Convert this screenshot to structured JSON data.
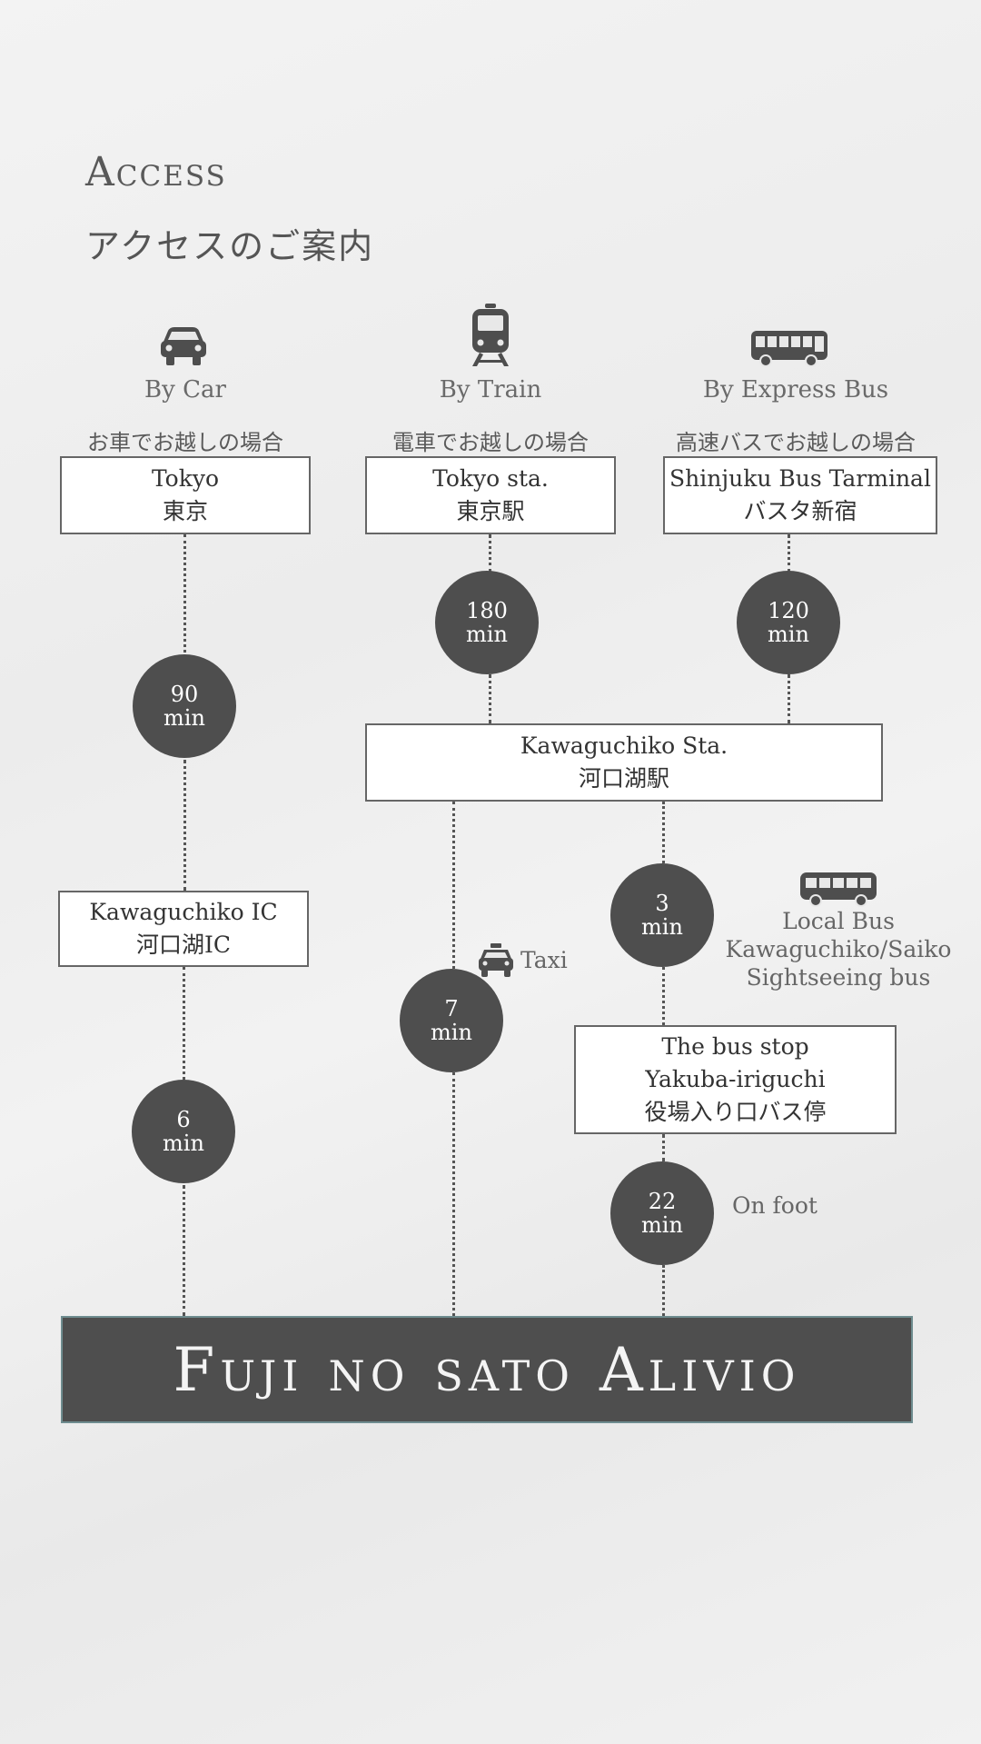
{
  "header": {
    "title_en": "Access",
    "title_ja": "アクセスのご案内"
  },
  "modes": {
    "car": {
      "label": "By Car",
      "sub": "お車でお越しの場合",
      "icon": "car-icon"
    },
    "train": {
      "label": "By Train",
      "sub": "電車でお越しの場合",
      "icon": "train-icon"
    },
    "bus": {
      "label": "By Express Bus",
      "sub": "高速バスでお越しの場合",
      "icon": "bus-icon"
    }
  },
  "stations": {
    "tokyo": {
      "en": "Tokyo",
      "ja": "東京"
    },
    "tokyo_sta": {
      "en": "Tokyo sta.",
      "ja": "東京駅"
    },
    "shinjuku": {
      "en": "Shinjuku Bus Tarminal",
      "ja": "バスタ新宿"
    },
    "kawaguchiko_sta": {
      "en": "Kawaguchiko Sta.",
      "ja": "河口湖駅"
    },
    "kawaguchiko_ic": {
      "en": "Kawaguchiko IC",
      "ja": "河口湖IC"
    },
    "bus_stop": {
      "line1": "The bus stop",
      "line2": "Yakuba-iriguchi",
      "ja": "役場入り口バス停"
    }
  },
  "durations": {
    "car_1": {
      "value": "90",
      "unit": "min"
    },
    "car_2": {
      "value": "6",
      "unit": "min"
    },
    "train_1": {
      "value": "180",
      "unit": "min"
    },
    "bus_1": {
      "value": "120",
      "unit": "min"
    },
    "taxi": {
      "value": "7",
      "unit": "min"
    },
    "local_bus": {
      "value": "3",
      "unit": "min"
    },
    "foot": {
      "value": "22",
      "unit": "min"
    }
  },
  "side_labels": {
    "taxi": "Taxi",
    "local_bus_1": "Local Bus",
    "local_bus_2": "Kawaguchiko/Saiko",
    "local_bus_3": "Sightseeing bus",
    "foot": "On foot"
  },
  "destination": "Fuji no sato Alivio",
  "colors": {
    "dark": "#4e4e4e",
    "accent_border": "#6e8c8f"
  }
}
